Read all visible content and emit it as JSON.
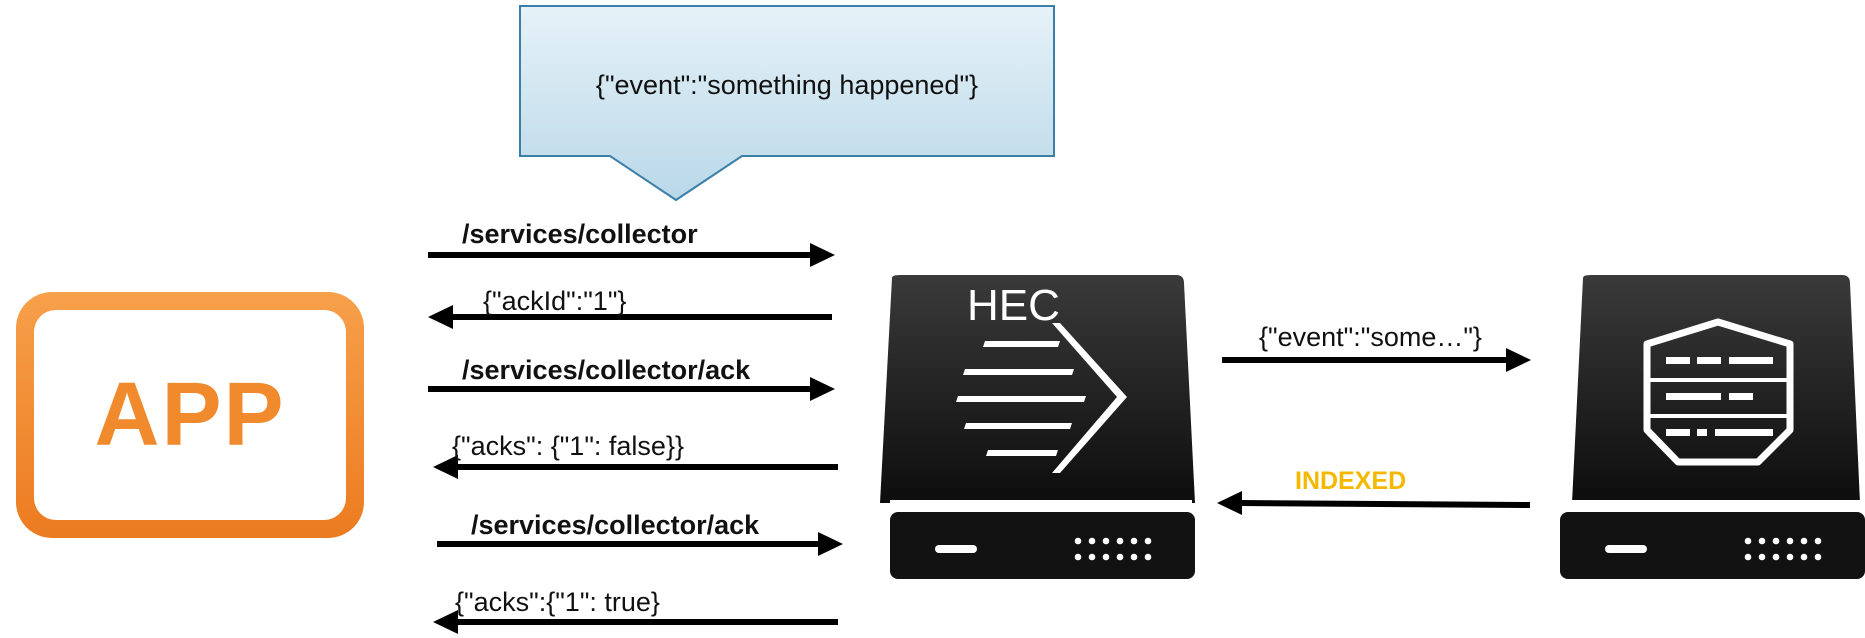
{
  "callout": {
    "text": "{\"event\":\"something happened\"}"
  },
  "app": {
    "label": "APP"
  },
  "hec_server": {
    "label": "HEC"
  },
  "messages": [
    {
      "text": "/services/collector",
      "direction": "to-hec"
    },
    {
      "text": "{\"ackId\":\"1\"}",
      "direction": "to-app"
    },
    {
      "text": "/services/collector/ack",
      "direction": "to-hec"
    },
    {
      "text": "{\"acks\": {\"1\": false}}",
      "direction": "to-app"
    },
    {
      "text": "/services/collector/ack",
      "direction": "to-hec"
    },
    {
      "text": "{\"acks\":{\"1\": true}",
      "direction": "to-app"
    }
  ],
  "forward": {
    "text": "{\"event\":\"some…\"}"
  },
  "indexed": {
    "text": "INDEXED",
    "color": "#f5b800"
  },
  "colors": {
    "app_orange": "#f08a2c",
    "server_dark": "#1c1c1c",
    "callout_fill": "#c9e2ee",
    "callout_border": "#3a7fa8"
  }
}
